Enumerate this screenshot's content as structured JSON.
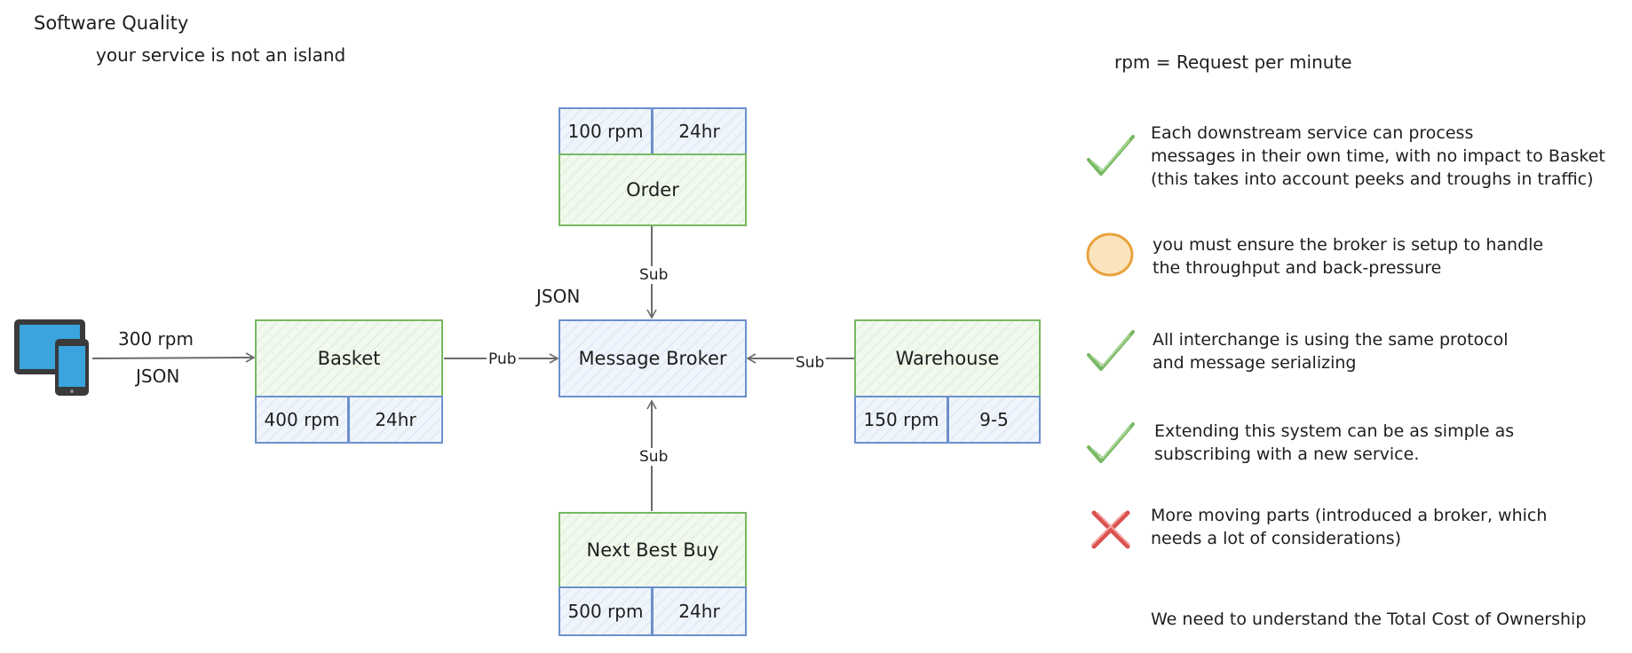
{
  "header": {
    "title": "Software Quality",
    "subtitle": "your service is not an island",
    "rpm_note": "rpm = Request per minute"
  },
  "diagram": {
    "client": {
      "rpm": "300 rpm",
      "format": "JSON"
    },
    "broker": {
      "label": "Message Broker",
      "format": "JSON"
    },
    "basket": {
      "label": "Basket",
      "rpm": "400 rpm",
      "hours": "24hr"
    },
    "order": {
      "label": "Order",
      "rpm": "100 rpm",
      "hours": "24hr"
    },
    "warehouse": {
      "label": "Warehouse",
      "rpm": "150 rpm",
      "hours": "9-5"
    },
    "nbb": {
      "label": "Next Best Buy",
      "rpm": "500 rpm",
      "hours": "24hr"
    },
    "edges": {
      "basket_pub": "Pub",
      "order_sub": "Sub",
      "warehouse_sub": "Sub",
      "nbb_sub": "Sub"
    }
  },
  "notes": [
    {
      "icon": "check-icon",
      "lines": [
        "Each downstream service can process",
        "messages in their own time, with no impact to Basket",
        "(this takes into account peeks and troughs in traffic)"
      ]
    },
    {
      "icon": "warning-circle-icon",
      "lines": [
        "you must ensure the broker is setup to handle",
        "the throughput and back-pressure"
      ]
    },
    {
      "icon": "check-icon",
      "lines": [
        "All interchange is using the same protocol",
        "and message serializing"
      ]
    },
    {
      "icon": "check-icon",
      "lines": [
        "Extending this system can be as simple as",
        "subscribing with a new service."
      ]
    },
    {
      "icon": "cross-icon",
      "lines": [
        "More moving parts (introduced a broker, which",
        "needs a lot of considerations)"
      ]
    }
  ],
  "footer_note": "We need to understand the Total Cost of Ownership",
  "colors": {
    "green": "#77b862",
    "blue": "#6d8fcc",
    "orange": "#e8a33d",
    "red": "#d9534f",
    "arrow": "#6b6b6b"
  }
}
